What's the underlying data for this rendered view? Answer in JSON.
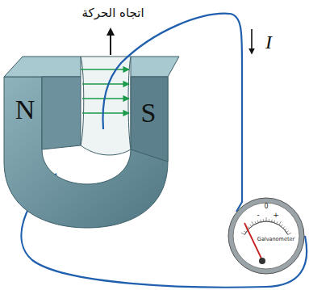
{
  "diagram": {
    "nodes": [
      {
        "text": [
          "0",
          "-",
          "+",
          "Galvanometer"
        ]
      }
    ],
    "labels": [
      "اتجاه الحركة",
      "N",
      "S",
      "I"
    ]
  }
}
